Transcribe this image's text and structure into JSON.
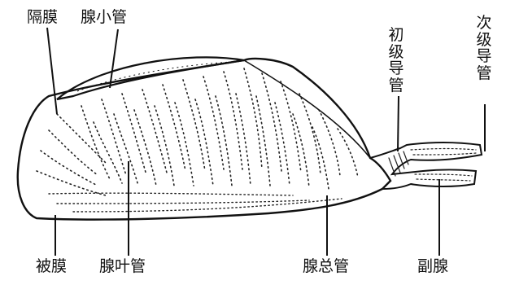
{
  "labels": {
    "septum": "隔膜",
    "glandular_tubule": "腺小管",
    "primary_duct": "初级导管",
    "secondary_duct": "次级导管",
    "capsule": "被膜",
    "lobe_duct": "腺叶管",
    "main_duct": "腺总管",
    "accessory_gland": "副腺"
  },
  "colors": {
    "ink": "#111111",
    "background": "#ffffff"
  }
}
